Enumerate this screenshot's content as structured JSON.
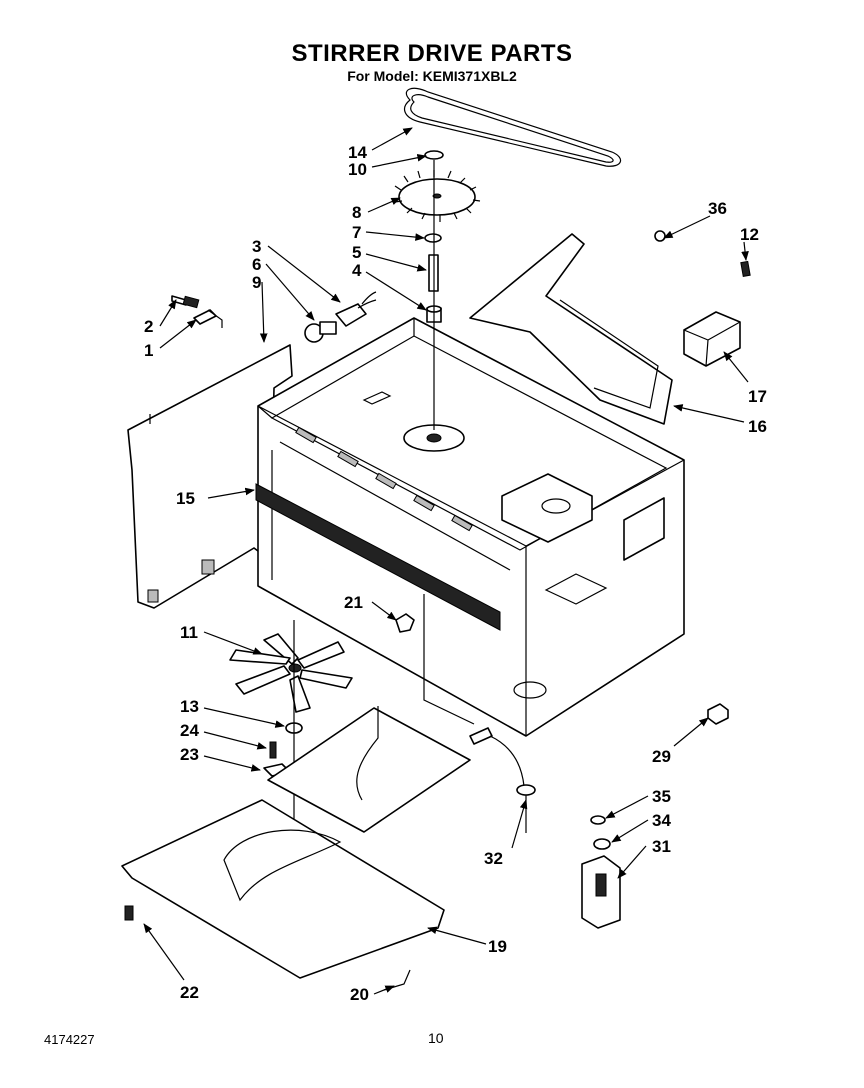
{
  "header": {
    "title": "STIRRER DRIVE PARTS",
    "subtitle": "For Model: KEMI371XBL2"
  },
  "footer": {
    "doc_number": "4174227",
    "page_number": "10"
  },
  "callouts": {
    "p1": "1",
    "p2": "2",
    "p3": "3",
    "p4": "4",
    "p5": "5",
    "p6": "6",
    "p7": "7",
    "p8": "8",
    "p9": "9",
    "p10": "10",
    "p11": "11",
    "p12": "12",
    "p13": "13",
    "p14": "14",
    "p15": "15",
    "p16": "16",
    "p17": "17",
    "p19": "19",
    "p20": "20",
    "p21": "21",
    "p22": "22",
    "p23": "23",
    "p24": "24",
    "p29": "29",
    "p31": "31",
    "p32": "32",
    "p34": "34",
    "p35": "35",
    "p36": "36"
  }
}
